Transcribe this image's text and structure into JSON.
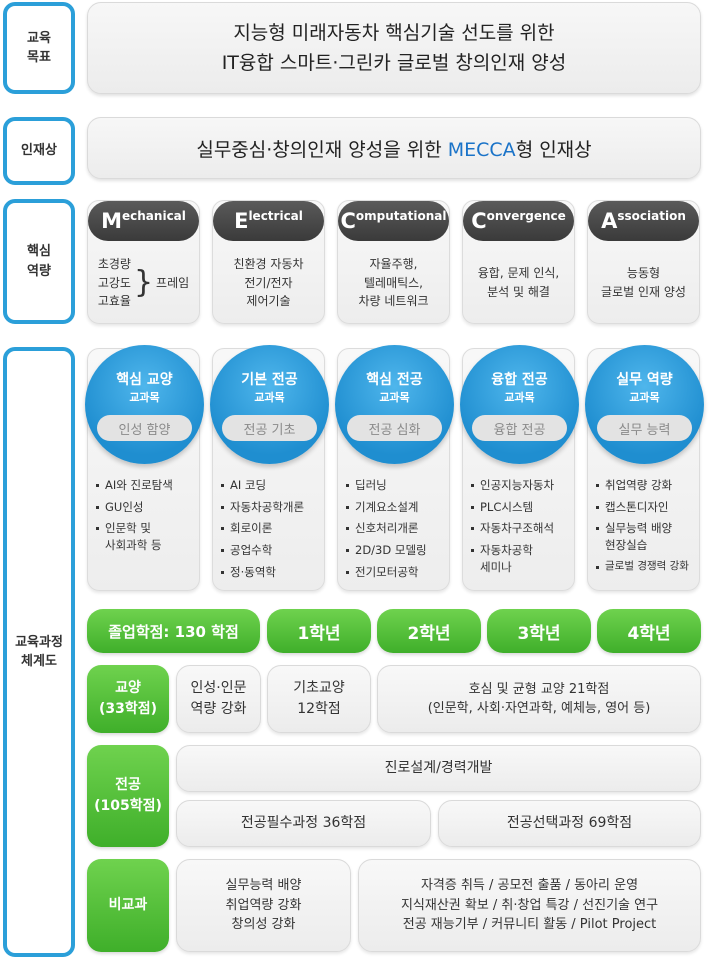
{
  "side_labels": {
    "goal": "교육\n목표",
    "talent": "인재상",
    "competency": "핵심\n역량",
    "curriculum": "교육과정\n체계도"
  },
  "goal": {
    "line1": "지능형 미래자동차 핵심기술 선도를 위한",
    "line2": "IT융합 스마트·그린카 글로벌 창의인재 양성"
  },
  "talent": {
    "prefix": "실무중심·창의인재 양성을 위한 ",
    "highlight": "MECCA",
    "suffix": "형 인재상"
  },
  "competencies": [
    {
      "letter": "M",
      "rest": "echanical",
      "body_lines": "초경량\n고강도\n고효율",
      "frame_label": "프레임"
    },
    {
      "letter": "E",
      "rest": "lectrical",
      "body": "친환경 자동차\n전기/전자\n제어기술"
    },
    {
      "letter": "C",
      "rest": "omputational",
      "body": "자율주행,\n텔레매틱스,\n차량 네트워크"
    },
    {
      "letter": "C",
      "rest": "onvergence",
      "body": "융합, 문제 인식,\n분석 및 해결"
    },
    {
      "letter": "A",
      "rest": "ssociation",
      "body": "능동형\n글로벌 인재 양성"
    }
  ],
  "courses": [
    {
      "title": "핵심 교양",
      "sub": "교과목",
      "pill": "인성 함양",
      "items": [
        "AI와 진로탐색",
        "GU인성",
        "인문학 및\n사회과학 등"
      ]
    },
    {
      "title": "기본 전공",
      "sub": "교과목",
      "pill": "전공 기초",
      "items": [
        "AI 코딩",
        "자동차공학개론",
        "회로이론",
        "공업수학",
        "정·동역학"
      ]
    },
    {
      "title": "핵심 전공",
      "sub": "교과목",
      "pill": "전공 심화",
      "items": [
        "딥러닝",
        "기계요소설계",
        "신호처리개론",
        "2D/3D 모델링",
        "전기모터공학"
      ]
    },
    {
      "title": "융합 전공",
      "sub": "교과목",
      "pill": "융합 전공",
      "items": [
        "인공지능자동차",
        "PLC시스템",
        "자동차구조해석",
        "자동차공학\n세미나"
      ]
    },
    {
      "title": "실무 역량",
      "sub": "교과목",
      "pill": "실무 능력",
      "items": [
        "취업역량 강화",
        "캡스톤디자인",
        "실무능력 배양\n현장실습",
        "글로벌 경쟁력 강화"
      ]
    }
  ],
  "years": {
    "graduation": "졸업학점: 130 학점",
    "y1": "1학년",
    "y2": "2학년",
    "y3": "3학년",
    "y4": "4학년"
  },
  "rows": {
    "liberal": {
      "label": "교양\n(33학점)",
      "box1": "인성·인문\n역량 강화",
      "box2": "기초교양\n12학점",
      "box3": "호심 및 균형 교양 21학점\n(인문학, 사회·자연과학, 예체능, 영어 등)"
    },
    "major": {
      "label": "전공\n(105학점)",
      "career": "진로설계/경력개발",
      "required": "전공필수과정 36학점",
      "elective": "전공선택과정 69학점"
    },
    "extra": {
      "label": "비교과",
      "box1": "실무능력 배양\n취업역량 강화\n창의성 강화",
      "box2": "자격증 취득 / 공모전 출품 / 동아리 운영\n지식재산권 확보 / 취·창업 특강 / 선진기술 연구\n전공 재능기부 / 커뮤니티 활동 / Pilot Project"
    }
  },
  "colors": {
    "side_border": "#2b9fd9",
    "circle_blue": "#2296d4",
    "green": "#4cbf33",
    "dark_head": "#444444",
    "highlight": "#1a73c8"
  }
}
